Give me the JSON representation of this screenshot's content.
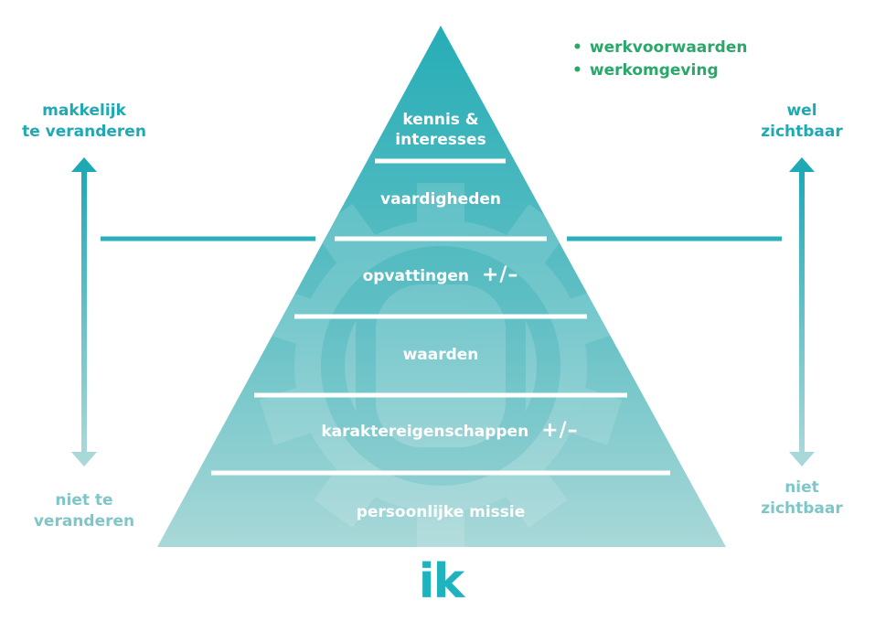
{
  "colors": {
    "teal_dark": "#2ab0b8",
    "teal_mid": "#5ebfc4",
    "teal_light": "#a9d9d9",
    "green": "#2aa76a",
    "logo": "#1fb3bf"
  },
  "bullets": [
    {
      "text": "werkvoorwaarden"
    },
    {
      "text": "werkomgeving"
    }
  ],
  "left_axis": {
    "top_label": [
      "makkelijk",
      "te veranderen"
    ],
    "bottom_label": [
      "niet te",
      "veranderen"
    ]
  },
  "right_axis": {
    "top_label": [
      "wel",
      "zichtbaar"
    ],
    "bottom_label": [
      "niet",
      "zichtbaar"
    ]
  },
  "layers": [
    {
      "lines": [
        "kennis &",
        "interesses"
      ],
      "modifier": ""
    },
    {
      "lines": [
        "vaardigheden"
      ],
      "modifier": ""
    },
    {
      "lines": [
        "opvattingen"
      ],
      "modifier": "+/–"
    },
    {
      "lines": [
        "waarden"
      ],
      "modifier": ""
    },
    {
      "lines": [
        "karaktereigenschappen"
      ],
      "modifier": "+/–"
    },
    {
      "lines": [
        "persoonlijke missie"
      ],
      "modifier": ""
    }
  ],
  "logo_text": "ik",
  "icons": {
    "left_arrow": "double-arrow-vertical-icon",
    "right_arrow": "double-arrow-vertical-icon",
    "background": "gear-icon"
  }
}
